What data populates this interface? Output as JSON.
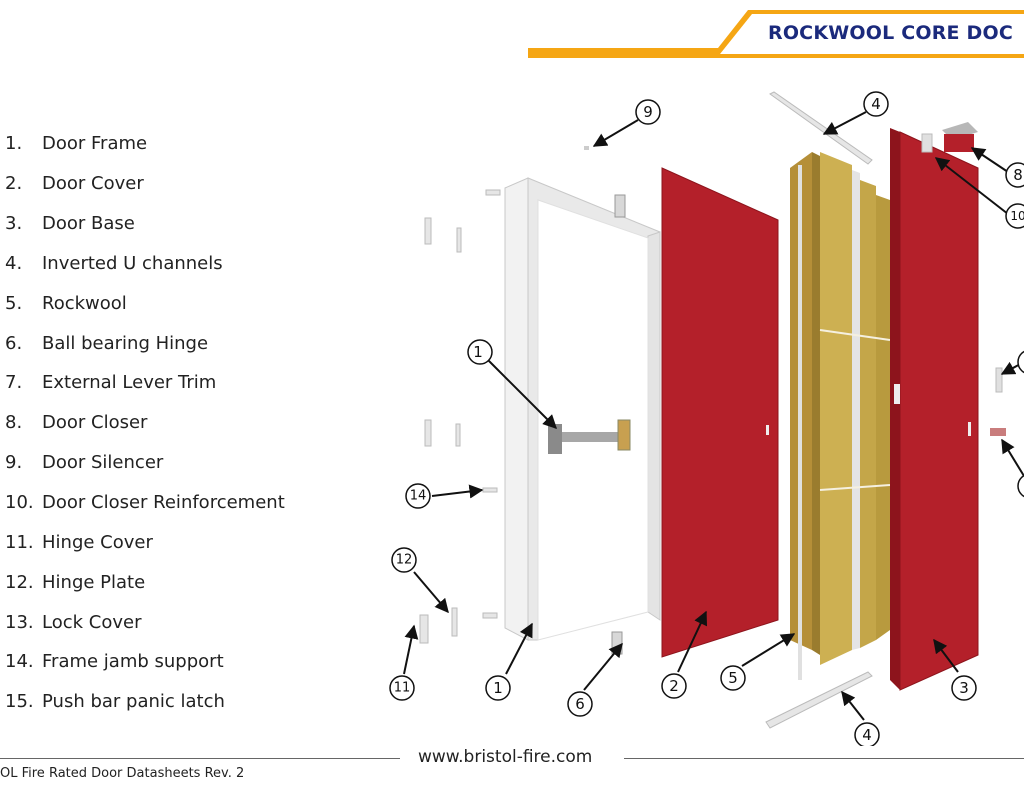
{
  "header": {
    "title": "ROCKWOOL CORE DOC"
  },
  "parts": [
    {
      "num": "1.",
      "label": "Door Frame"
    },
    {
      "num": "2.",
      "label": "Door Cover"
    },
    {
      "num": "3.",
      "label": "Door Base"
    },
    {
      "num": "4.",
      "label": "Inverted U channels"
    },
    {
      "num": "5.",
      "label": "Rockwool"
    },
    {
      "num": "6.",
      "label": "Ball bearing Hinge"
    },
    {
      "num": "7.",
      "label": "External Lever Trim"
    },
    {
      "num": "8.",
      "label": "Door Closer"
    },
    {
      "num": "9.",
      "label": "Door Silencer"
    },
    {
      "num": "10.",
      "label": "Door Closer Reinforcement"
    },
    {
      "num": "11.",
      "label": "Hinge Cover"
    },
    {
      "num": "12.",
      "label": "Hinge Plate"
    },
    {
      "num": "13.",
      "label": "Lock Cover"
    },
    {
      "num": "14.",
      "label": "Frame jamb support"
    },
    {
      "num": "15.",
      "label": "Push bar panic latch"
    }
  ],
  "callouts": {
    "c9": "9",
    "c4top": "4",
    "c8": "8",
    "c10": "10",
    "c1top": "1",
    "c14": "14",
    "c12": "12",
    "c11": "11",
    "c1": "1",
    "c6": "6",
    "c2": "2",
    "c5": "5",
    "c3": "3",
    "c4bot": "4"
  },
  "footer": {
    "url": "www.bristol-fire.com",
    "doc": "OL  Fire Rated Door Datasheets Rev. 2"
  },
  "colors": {
    "banner_orange": "#f5a614",
    "banner_text": "#1b2a7c",
    "door_red": "#b4202a",
    "rockwool": "#c9a84a",
    "frame": "#eeeeee"
  }
}
